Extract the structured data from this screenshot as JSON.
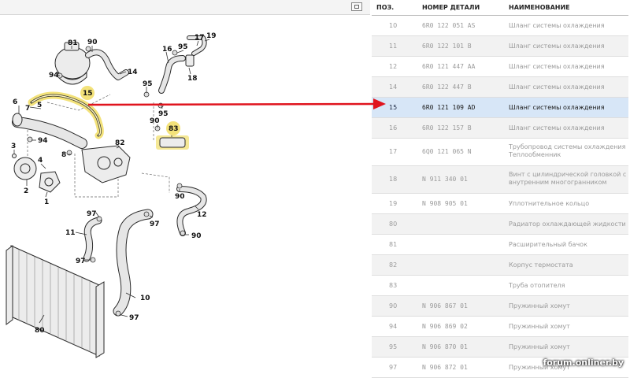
{
  "diagram": {
    "labels": {
      "p81": "81",
      "p90a": "90",
      "p94a": "94",
      "p14": "14",
      "p16": "16",
      "p95a": "95",
      "p17": "17",
      "p19": "19",
      "p18": "18",
      "p15": "15",
      "p95b": "95",
      "p95c": "95",
      "p6": "6",
      "p7": "7",
      "p5": "5",
      "p90b": "90",
      "p83": "83",
      "p94b": "94",
      "p3": "3",
      "p82": "82",
      "p8": "8",
      "p4": "4",
      "p2": "2",
      "p1": "1",
      "p90c": "90",
      "p12": "12",
      "p97a": "97",
      "p97b": "97",
      "p90d": "90",
      "p11": "11",
      "p97c": "97",
      "p10": "10",
      "p97d": "97",
      "p80": "80"
    }
  },
  "table": {
    "headers": {
      "pos": "ПОЗ.",
      "num": "НОМЕР ДЕТАЛИ",
      "name": "НАИМЕНОВАНИЕ"
    },
    "rows": [
      {
        "pos": "10",
        "num": "6R0 122 051 AS",
        "name": "Шланг системы охлаждения"
      },
      {
        "pos": "11",
        "num": "6R0 122 101 B",
        "name": "Шланг системы охлаждения"
      },
      {
        "pos": "12",
        "num": "6R0 121 447 AA",
        "name": "Шланг системы охлаждения"
      },
      {
        "pos": "14",
        "num": "6R0 122 447 B",
        "name": "Шланг системы охлаждения"
      },
      {
        "pos": "15",
        "num": "6R0 121 109 AD",
        "name": "Шланг системы охлаждения"
      },
      {
        "pos": "16",
        "num": "6R0 122 157 B",
        "name": "Шланг системы охлаждения"
      },
      {
        "pos": "17",
        "num": "6Q0 121 065 N",
        "name": "Трубопровод системы охлаждения Теплообменник"
      },
      {
        "pos": "18",
        "num": "N  911 340 01",
        "name": "Винт с цилиндрической головкой с внутренним многогранником"
      },
      {
        "pos": "19",
        "num": "N  908 905 01",
        "name": "Уплотнительное кольцо"
      },
      {
        "pos": "80",
        "num": "",
        "name": "Радиатор охлаждающей жидкости"
      },
      {
        "pos": "81",
        "num": "",
        "name": "Расширительный бачок"
      },
      {
        "pos": "82",
        "num": "",
        "name": "Корпус термостата"
      },
      {
        "pos": "83",
        "num": "",
        "name": "Труба отопителя"
      },
      {
        "pos": "90",
        "num": "N  906 867 01",
        "name": "Пружинный хомут"
      },
      {
        "pos": "94",
        "num": "N  906 869 02",
        "name": "Пружинный хомут"
      },
      {
        "pos": "95",
        "num": "N  906 870 01",
        "name": "Пружинный хомут"
      },
      {
        "pos": "97",
        "num": "N  906 872 01",
        "name": "Пружинный хомут"
      }
    ],
    "selected_pos": "15"
  },
  "colors": {
    "highlight_row": "#d7e6f7",
    "arrow": "#e0141e",
    "part_highlight": "#f3e27a"
  },
  "watermark": "forum.onliner.by"
}
